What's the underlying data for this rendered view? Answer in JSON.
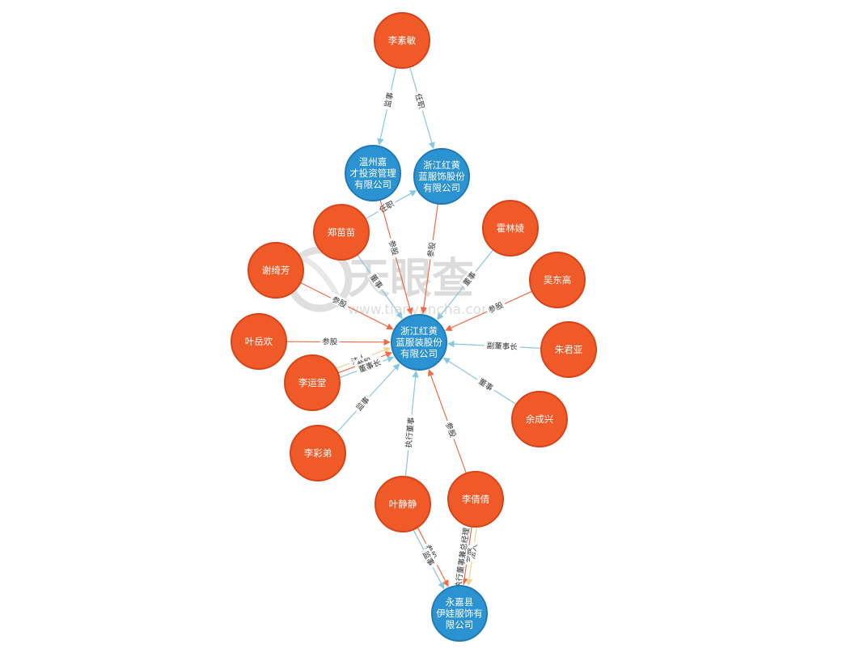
{
  "colors": {
    "person_fill": "#f05a28",
    "person_stroke": "#d8441a",
    "company_fill": "#2b93d1",
    "company_stroke": "#1f7ab5",
    "edge_invest": "#f26b45",
    "edge_officer": "#8ac6e0",
    "edge_legal": "#f2d18a"
  },
  "watermark": {
    "logo_text": "天眼查",
    "url_text": "www.tianyancha.com"
  },
  "nodes": [
    {
      "id": "lisumin",
      "type": "person",
      "lines": [
        "李素敏"
      ]
    },
    {
      "id": "wzjc",
      "type": "company",
      "lines": [
        "温州嘉",
        "才投资管理",
        "有限公司"
      ]
    },
    {
      "id": "zjhhfs",
      "type": "company",
      "lines": [
        "浙江红黄",
        "蓝服饰股份",
        "有限公司"
      ]
    },
    {
      "id": "zhengmm",
      "type": "person",
      "lines": [
        "郑苗苗"
      ]
    },
    {
      "id": "huolinjing",
      "type": "person",
      "lines": [
        "霍林婈"
      ]
    },
    {
      "id": "xieqifang",
      "type": "person",
      "lines": [
        "谢绮芳"
      ]
    },
    {
      "id": "wudonggao",
      "type": "person",
      "lines": [
        "吴东高"
      ]
    },
    {
      "id": "yeyuehuan",
      "type": "person",
      "lines": [
        "叶岳欢"
      ]
    },
    {
      "id": "center",
      "type": "company",
      "lines": [
        "浙江红黄",
        "蓝服装股份",
        "有限公司"
      ]
    },
    {
      "id": "zhujunya",
      "type": "person",
      "lines": [
        "朱君亚"
      ]
    },
    {
      "id": "liyuntang",
      "type": "person",
      "lines": [
        "李运堂"
      ]
    },
    {
      "id": "yuchengxing",
      "type": "person",
      "lines": [
        "余成兴"
      ]
    },
    {
      "id": "licaidi",
      "type": "person",
      "lines": [
        "李彩弟"
      ]
    },
    {
      "id": "yejingjing",
      "type": "person",
      "lines": [
        "叶静静"
      ]
    },
    {
      "id": "liqianqian",
      "type": "person",
      "lines": [
        "李倩倩"
      ]
    },
    {
      "id": "yjyw",
      "type": "company",
      "lines": [
        "永嘉县",
        "伊娃服饰有",
        "限公司"
      ]
    }
  ],
  "edges": [
    {
      "from": "lisumin",
      "to": "wzjc",
      "kind": "officer",
      "label": "监事"
    },
    {
      "from": "lisumin",
      "to": "zjhhfs",
      "kind": "officer",
      "label": "任职"
    },
    {
      "from": "zhengmm",
      "to": "zjhhfs",
      "kind": "officer",
      "label": "任职"
    },
    {
      "from": "wzjc",
      "to": "center",
      "kind": "invest",
      "label": "参股"
    },
    {
      "from": "zjhhfs",
      "to": "center",
      "kind": "invest",
      "label": "参股"
    },
    {
      "from": "zhengmm",
      "to": "center",
      "kind": "officer",
      "label": "董事"
    },
    {
      "from": "huolinjing",
      "to": "center",
      "kind": "officer",
      "label": "董事"
    },
    {
      "from": "xieqifang",
      "to": "center",
      "kind": "invest",
      "label": "参股"
    },
    {
      "from": "wudonggao",
      "to": "center",
      "kind": "invest",
      "label": "参股"
    },
    {
      "from": "yeyuehuan",
      "to": "center",
      "kind": "invest",
      "label": "参股"
    },
    {
      "from": "zhujunya",
      "to": "center",
      "kind": "officer",
      "label": "副董事长"
    },
    {
      "from": "liyuntang",
      "to": "center",
      "kind": "legal",
      "label": "法人"
    },
    {
      "from": "liyuntang",
      "to": "center",
      "kind": "invest",
      "label": "参股"
    },
    {
      "from": "liyuntang",
      "to": "center",
      "kind": "officer",
      "label": "董事长"
    },
    {
      "from": "yuchengxing",
      "to": "center",
      "kind": "officer",
      "label": "董事"
    },
    {
      "from": "licaidi",
      "to": "center",
      "kind": "officer",
      "label": "监事"
    },
    {
      "from": "yejingjing",
      "to": "center",
      "kind": "officer",
      "label": "执行董事"
    },
    {
      "from": "liqianqian",
      "to": "center",
      "kind": "invest",
      "label": "参股"
    },
    {
      "from": "yejingjing",
      "to": "yjyw",
      "kind": "invest",
      "label": "参股"
    },
    {
      "from": "yejingjing",
      "to": "yjyw",
      "kind": "officer",
      "label": "监事"
    },
    {
      "from": "liqianqian",
      "to": "yjyw",
      "kind": "legal",
      "label": "法人"
    },
    {
      "from": "liqianqian",
      "to": "yjyw",
      "kind": "invest",
      "label": "参股"
    },
    {
      "from": "liqianqian",
      "to": "yjyw",
      "kind": "officer",
      "label": "执行董事兼总经理"
    }
  ]
}
